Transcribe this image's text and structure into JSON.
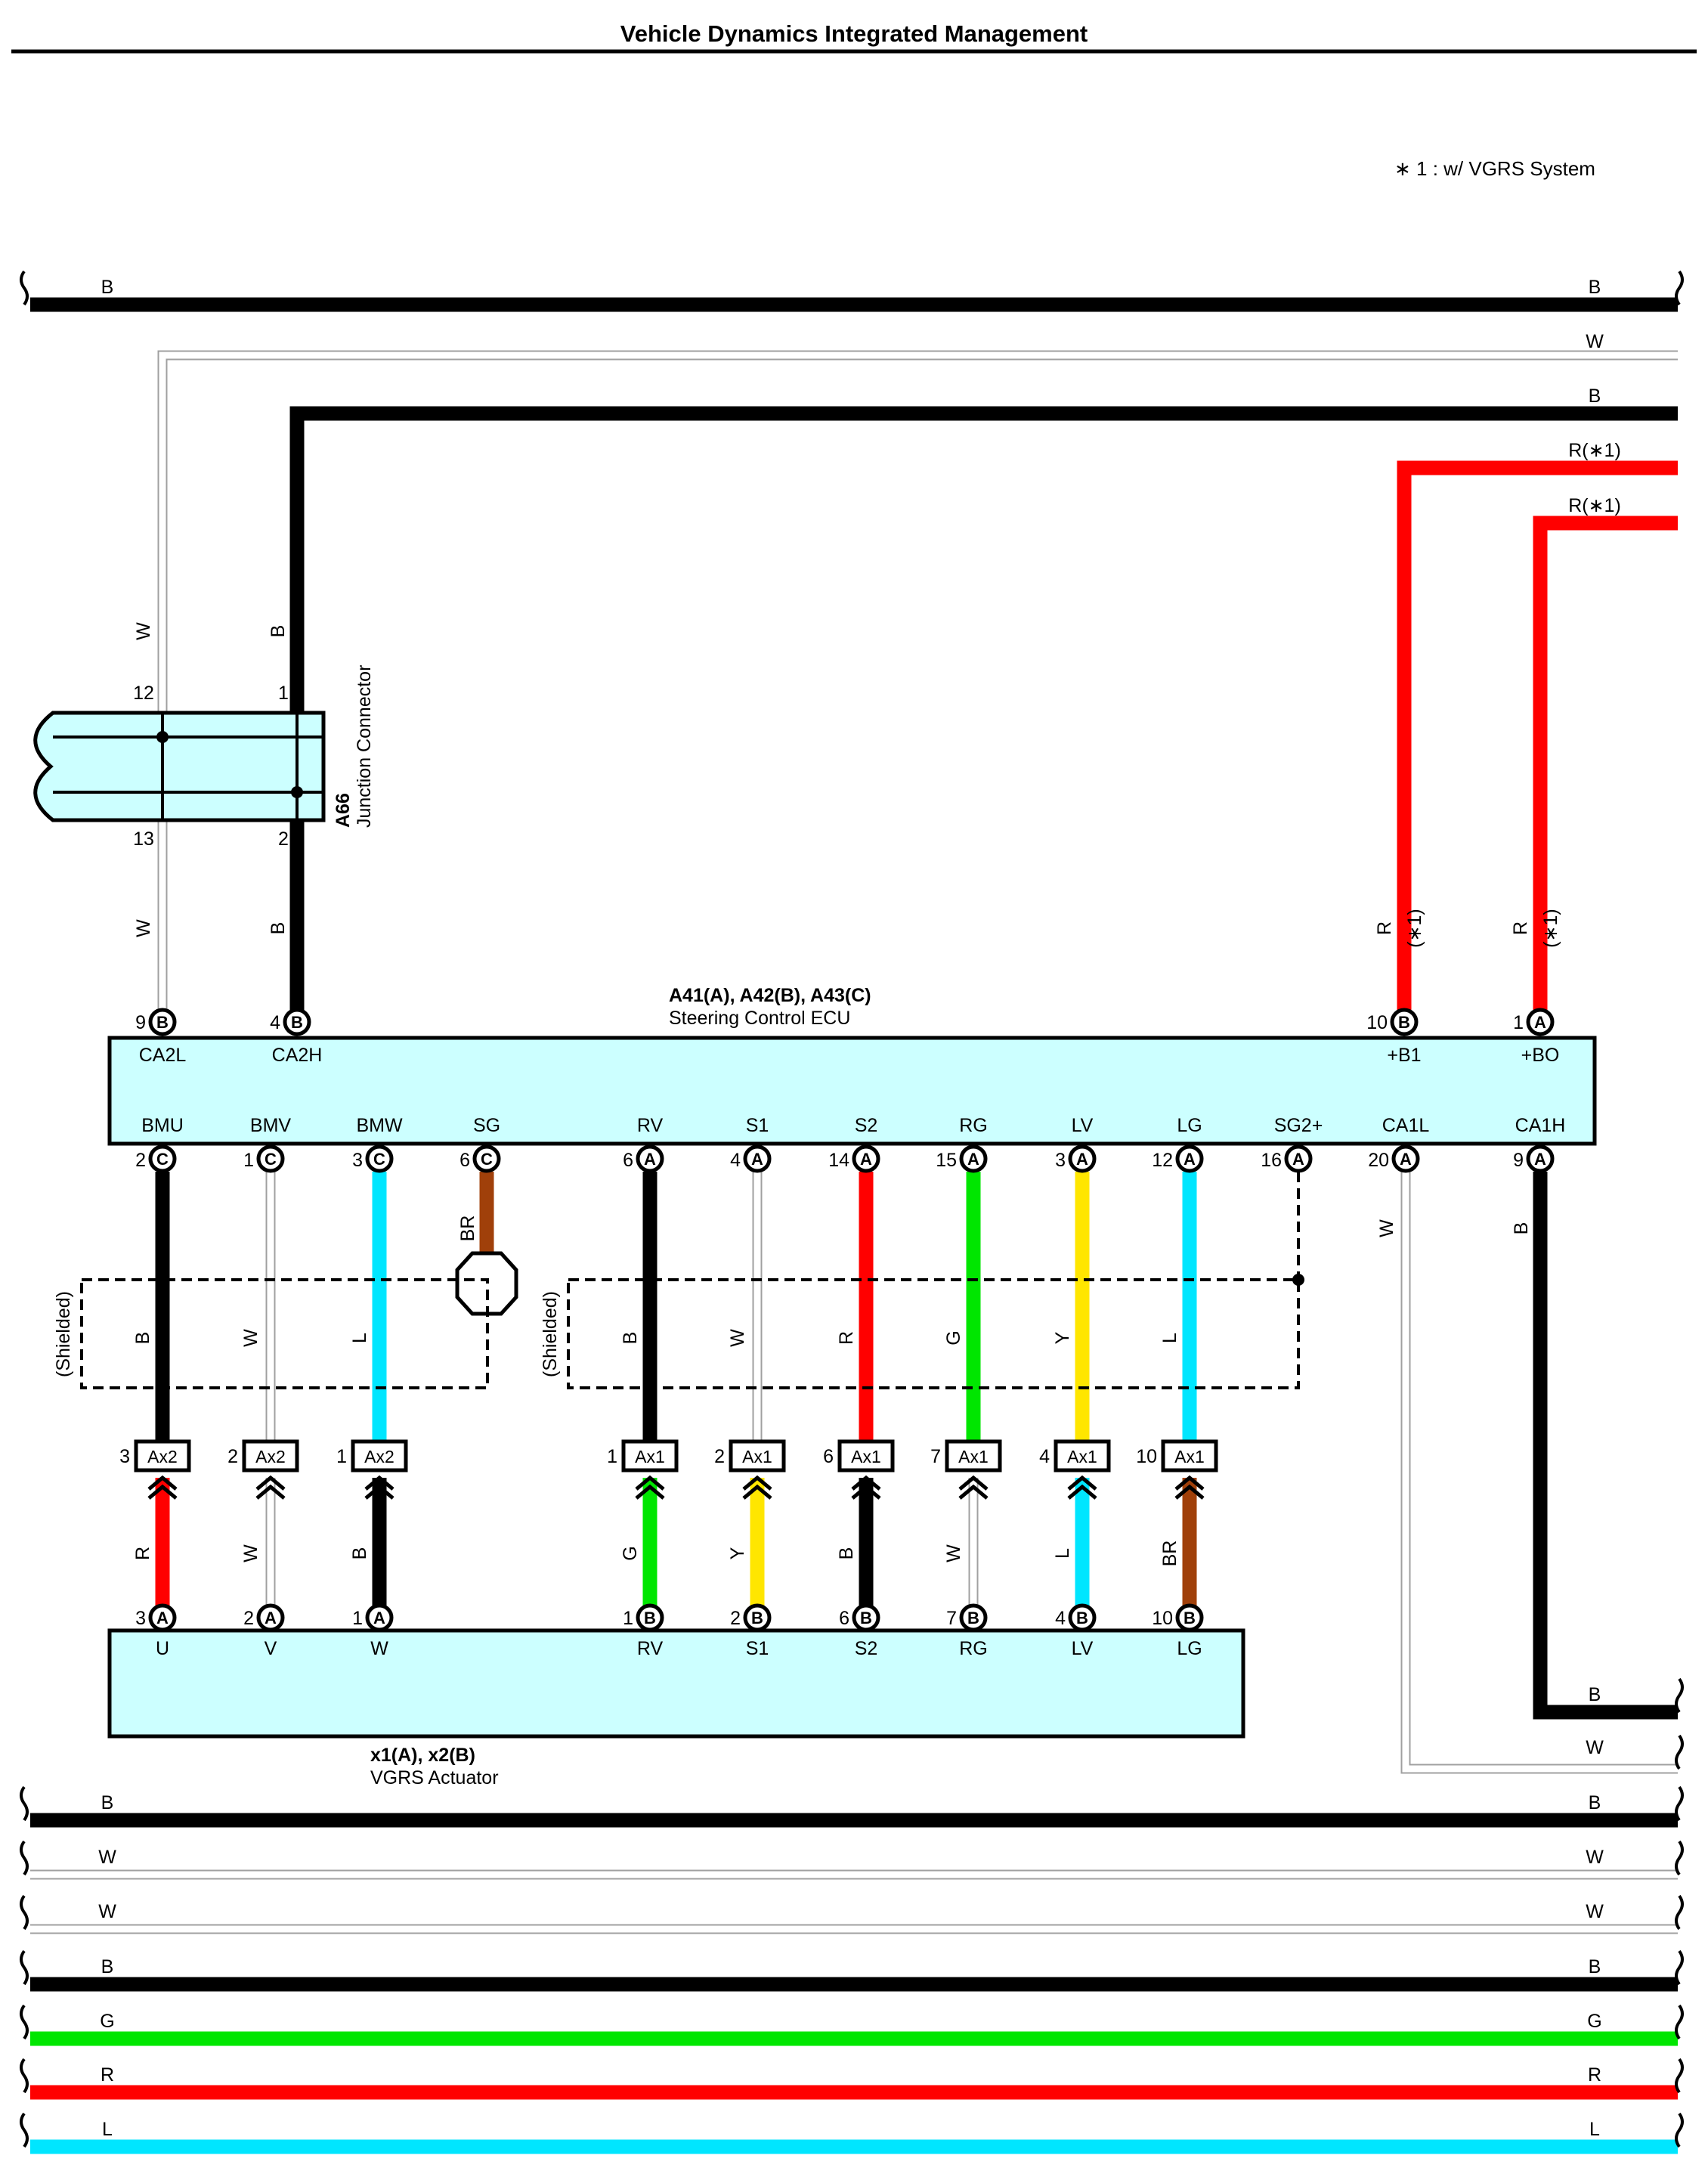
{
  "title": "Vehicle Dynamics Integrated Management",
  "note": "∗ 1 : w/ VGRS System",
  "colors": {
    "B": "#000000",
    "W": "#b4b4b4",
    "R": "#ff0000",
    "G": "#00e600",
    "Y": "#ffe600",
    "L": "#00e6ff",
    "BR": "#a0400a",
    "box_fill": "#ccffff",
    "line": "#000000"
  },
  "top_wires": [
    {
      "color": "B",
      "left_label": "B",
      "right_label": "B"
    },
    {
      "color": "W",
      "right_label": "W"
    },
    {
      "color": "B",
      "right_label": "B"
    },
    {
      "color": "R",
      "right_label": "R(∗1)"
    },
    {
      "color": "R",
      "right_label": "R(∗1)"
    }
  ],
  "junction_connector": {
    "code": "A66",
    "name": "Junction Connector",
    "pins": {
      "top_w": "12",
      "top_b": "1",
      "bottom_w": "13",
      "bottom_b": "2"
    },
    "wire_w": "W",
    "wire_b": "B"
  },
  "ecu": {
    "code": "A41(A), A42(B), A43(C)",
    "name": "Steering Control ECU",
    "top_terminals": [
      {
        "num": "9",
        "conn": "B",
        "name": "CA2L",
        "wire": "W"
      },
      {
        "num": "4",
        "conn": "B",
        "name": "CA2H",
        "wire": "B"
      },
      {
        "num": "10",
        "conn": "B",
        "name": "+B1",
        "wire": "R",
        "note": "(∗1)"
      },
      {
        "num": "1",
        "conn": "A",
        "name": "+BO",
        "wire": "R",
        "note": "(∗1)"
      }
    ],
    "bottom_terminals": [
      {
        "num": "2",
        "conn": "C",
        "name": "BMU",
        "wire": "B"
      },
      {
        "num": "1",
        "conn": "C",
        "name": "BMV",
        "wire": "W"
      },
      {
        "num": "3",
        "conn": "C",
        "name": "BMW",
        "wire": "L"
      },
      {
        "num": "6",
        "conn": "C",
        "name": "SG",
        "wire": "BR"
      },
      {
        "num": "6",
        "conn": "A",
        "name": "RV",
        "wire": "B"
      },
      {
        "num": "4",
        "conn": "A",
        "name": "S1",
        "wire": "W"
      },
      {
        "num": "14",
        "conn": "A",
        "name": "S2",
        "wire": "R"
      },
      {
        "num": "15",
        "conn": "A",
        "name": "RG",
        "wire": "G"
      },
      {
        "num": "3",
        "conn": "A",
        "name": "LV",
        "wire": "Y"
      },
      {
        "num": "12",
        "conn": "A",
        "name": "LG",
        "wire": "L"
      },
      {
        "num": "16",
        "conn": "A",
        "name": "SG2+"
      },
      {
        "num": "20",
        "conn": "A",
        "name": "CA1L",
        "wire": "W"
      },
      {
        "num": "9",
        "conn": "A",
        "name": "CA1H",
        "wire": "B"
      }
    ]
  },
  "shielded_label": "(Shielded)",
  "inline_connectors": [
    {
      "num": "3",
      "code": "Ax2",
      "lower_wire": "R"
    },
    {
      "num": "2",
      "code": "Ax2",
      "lower_wire": "W"
    },
    {
      "num": "1",
      "code": "Ax2",
      "lower_wire": "B"
    },
    {
      "num": "1",
      "code": "Ax1",
      "lower_wire": "G"
    },
    {
      "num": "2",
      "code": "Ax1",
      "lower_wire": "Y"
    },
    {
      "num": "6",
      "code": "Ax1",
      "lower_wire": "B"
    },
    {
      "num": "7",
      "code": "Ax1",
      "lower_wire": "W"
    },
    {
      "num": "4",
      "code": "Ax1",
      "lower_wire": "L"
    },
    {
      "num": "10",
      "code": "Ax1",
      "lower_wire": "BR"
    }
  ],
  "actuator": {
    "code": "x1(A), x2(B)",
    "name": "VGRS Actuator",
    "terminals": [
      {
        "num": "3",
        "conn": "A",
        "name": "U"
      },
      {
        "num": "2",
        "conn": "A",
        "name": "V"
      },
      {
        "num": "1",
        "conn": "A",
        "name": "W"
      },
      {
        "num": "1",
        "conn": "B",
        "name": "RV"
      },
      {
        "num": "2",
        "conn": "B",
        "name": "S1"
      },
      {
        "num": "6",
        "conn": "B",
        "name": "S2"
      },
      {
        "num": "7",
        "conn": "B",
        "name": "RG"
      },
      {
        "num": "4",
        "conn": "B",
        "name": "LV"
      },
      {
        "num": "10",
        "conn": "B",
        "name": "LG"
      }
    ]
  },
  "right_return_wires": [
    {
      "color": "B",
      "label": "B"
    },
    {
      "color": "W",
      "label": "W"
    }
  ],
  "bottom_bus": [
    {
      "color": "B",
      "label": "B"
    },
    {
      "color": "W",
      "label": "W"
    },
    {
      "color": "W",
      "label": "W"
    },
    {
      "color": "B",
      "label": "B"
    },
    {
      "color": "G",
      "label": "G"
    },
    {
      "color": "R",
      "label": "R"
    },
    {
      "color": "L",
      "label": "L"
    }
  ]
}
